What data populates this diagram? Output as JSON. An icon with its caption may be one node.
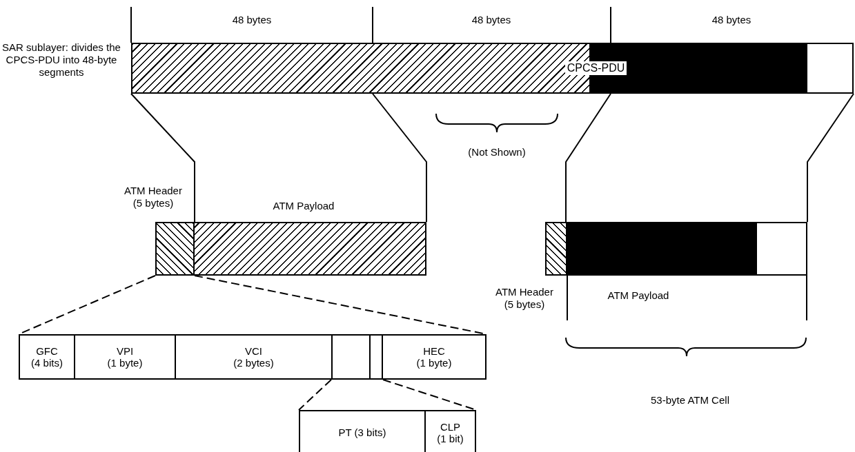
{
  "diagram": {
    "nodes": [
      {
        "text": [
          "CPCS-PDU"
        ],
        "beside": [
          "SAR sublayer: divides the CPCS-PDU into 48-byte segments"
        ]
      },
      {
        "text": [],
        "shape": "box"
      },
      {
        "text": [],
        "shape": "box"
      },
      {
        "text": [],
        "shape": "box"
      },
      {
        "text": [],
        "shape": "box"
      },
      {
        "text": [
          "GFC",
          "(4 bits)"
        ]
      },
      {
        "text": [
          "VPI",
          "(1 byte)"
        ]
      },
      {
        "text": [
          "VCI",
          "(2 bytes)"
        ]
      },
      {
        "text": [],
        "shape": "box"
      },
      {
        "text": [],
        "shape": "box"
      },
      {
        "text": [
          "HEC",
          "(1 byte)"
        ]
      },
      {
        "text": [
          "PT (3 bits)"
        ]
      },
      {
        "text": [
          "CLP",
          "(1 bit)"
        ]
      }
    ],
    "edges": [
      {
        "from": 0,
        "to": 1,
        "arrow": "none"
      },
      {
        "from": 0,
        "to": 2,
        "arrow": "none"
      },
      {
        "from": 0,
        "to": 4,
        "arrow": "none"
      },
      {
        "from": 0,
        "to": 4,
        "arrow": "none"
      },
      {
        "from": 1,
        "to": 5,
        "arrow": "none",
        "style": "dashed"
      },
      {
        "from": 1,
        "to": 10,
        "arrow": "none",
        "style": "dashed"
      },
      {
        "from": 8,
        "to": 11,
        "arrow": "none",
        "style": "dashed"
      },
      {
        "from": 9,
        "to": 12,
        "arrow": "none",
        "style": "dashed"
      }
    ],
    "labels": [
      "48 bytes",
      "48 bytes",
      "48 bytes",
      "(Not Shown)",
      "ATM Header (5 bytes)",
      "ATM Payload",
      "ATM Header (5 bytes)",
      "ATM Payload",
      "53-byte ATM Cell"
    ]
  }
}
